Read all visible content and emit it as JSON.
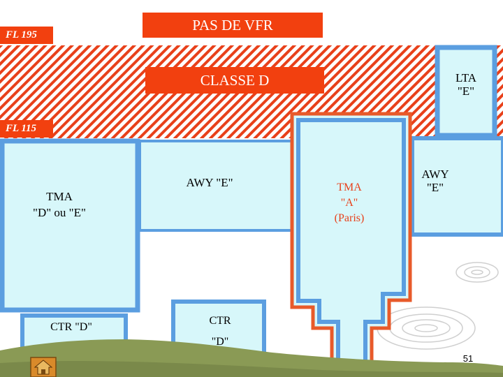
{
  "colors": {
    "hatch": "#e8401a",
    "banner": "#f2400f",
    "border_blue": "#5b9ee0",
    "border_red": "#e85a2a",
    "fill_cyan": "#d7f7fa",
    "ground": "#8a9a55"
  },
  "levels": {
    "fl195": "FL 195",
    "fl115": "FL 115"
  },
  "banners": {
    "no_vfr": "PAS DE VFR",
    "class_d": "CLASSE D"
  },
  "zones": {
    "lta": "LTA\n\"E\"",
    "tma_de": "TMA\n\"D\" ou \"E\"",
    "awy_e_left": "AWY \"E\"",
    "tma_a": "TMA\n\"A\"\n(Paris)",
    "awy_e_right": "AWY\n\"E\"",
    "ctr_d_left": "CTR \"D\"",
    "ctr_d_center": "CTR\n\"D\""
  },
  "page_number": "51",
  "icons": {
    "home": "home-icon"
  }
}
